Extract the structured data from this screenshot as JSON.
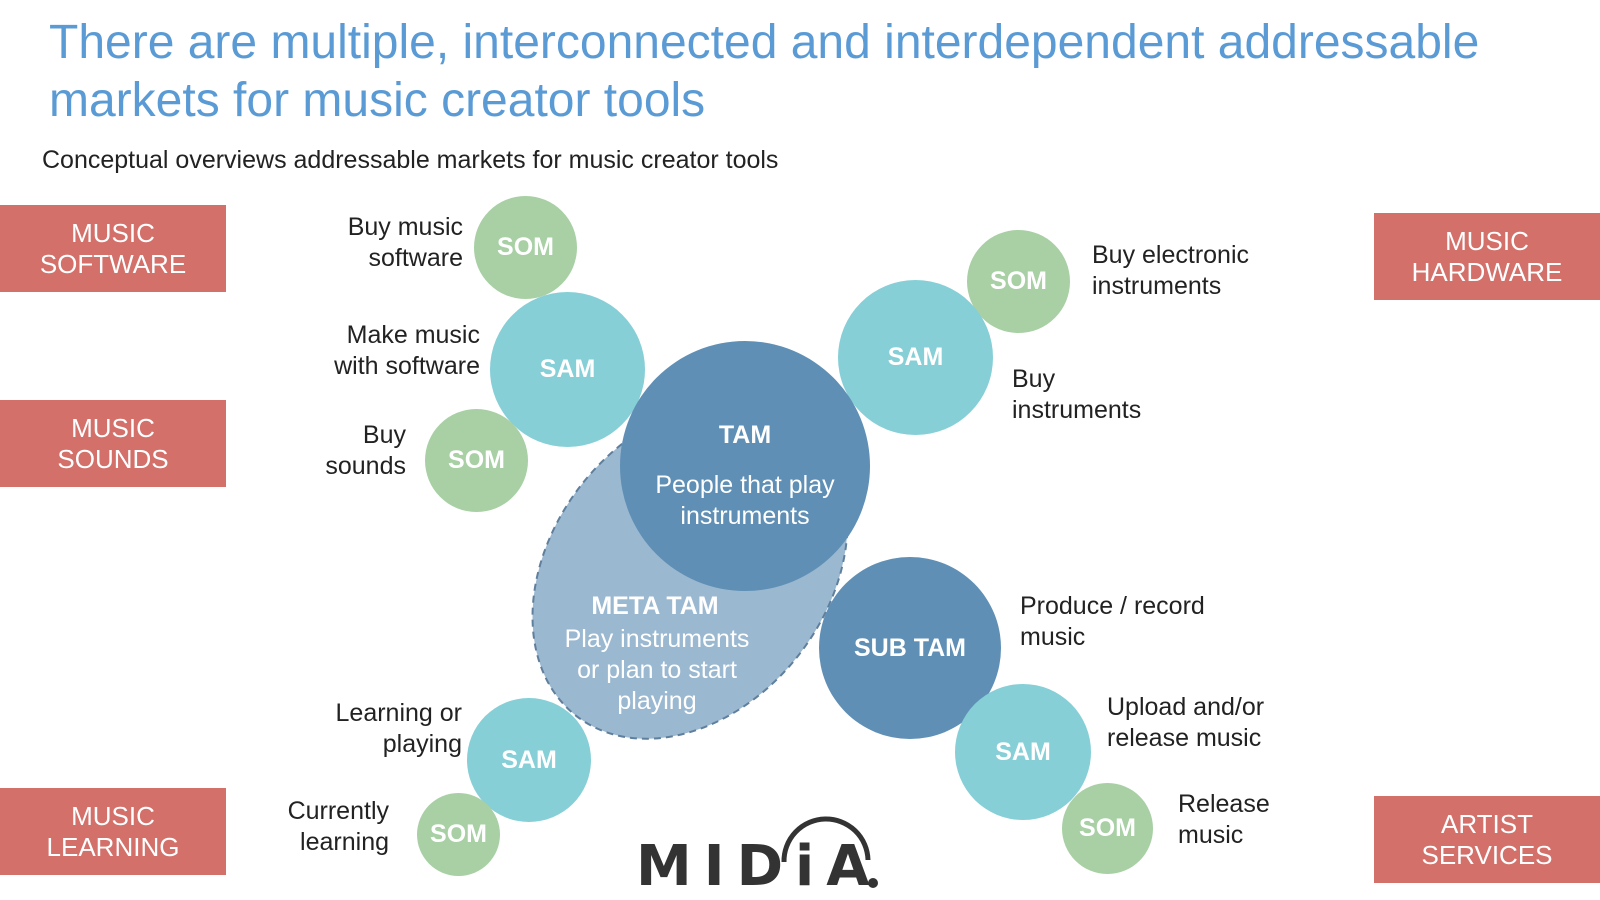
{
  "title": "There are multiple, interconnected and interdependent addressable markets for music creator tools",
  "subtitle": "Conceptual overviews addressable markets for music creator tools",
  "tags": {
    "music_software": [
      "MUSIC",
      "SOFTWARE"
    ],
    "music_sounds": [
      "MUSIC",
      "SOUNDS"
    ],
    "music_learning": [
      "MUSIC",
      "LEARNING"
    ],
    "music_hardware": [
      "MUSIC",
      "HARDWARE"
    ],
    "artist_services": [
      "ARTIST",
      "SERVICES"
    ]
  },
  "circles": {
    "som": "SOM",
    "sam": "SAM",
    "tam_title": "TAM",
    "tam_desc": [
      "People that play",
      "instruments"
    ],
    "meta_tam_title": "META TAM",
    "meta_tam_desc": [
      "Play instruments",
      "or plan to start",
      "playing"
    ],
    "sub_tam": "SUB TAM"
  },
  "labels": {
    "buy_music_software": [
      "Buy music",
      "software"
    ],
    "make_music_with_software": [
      "Make music",
      "with software"
    ],
    "buy_sounds": [
      "Buy",
      "sounds"
    ],
    "learning_or_playing": [
      "Learning or",
      "playing"
    ],
    "currently_learning": [
      "Currently",
      "learning"
    ],
    "buy_electronic_instruments": [
      "Buy electronic",
      "instruments"
    ],
    "buy_instruments": [
      "Buy",
      "instruments"
    ],
    "produce_record_music": [
      "Produce / record",
      "music"
    ],
    "upload_release_music": [
      "Upload and/or",
      "release music"
    ],
    "release_music": [
      "Release",
      "music"
    ]
  },
  "logo": "MIDiA",
  "colors": {
    "title": "#5b9bd5",
    "tag": "#d3706a",
    "som": "#a8d0a4",
    "sam": "#86cfd7",
    "tam": "#5f8fb5",
    "meta_tam": "#9bb8d1"
  }
}
